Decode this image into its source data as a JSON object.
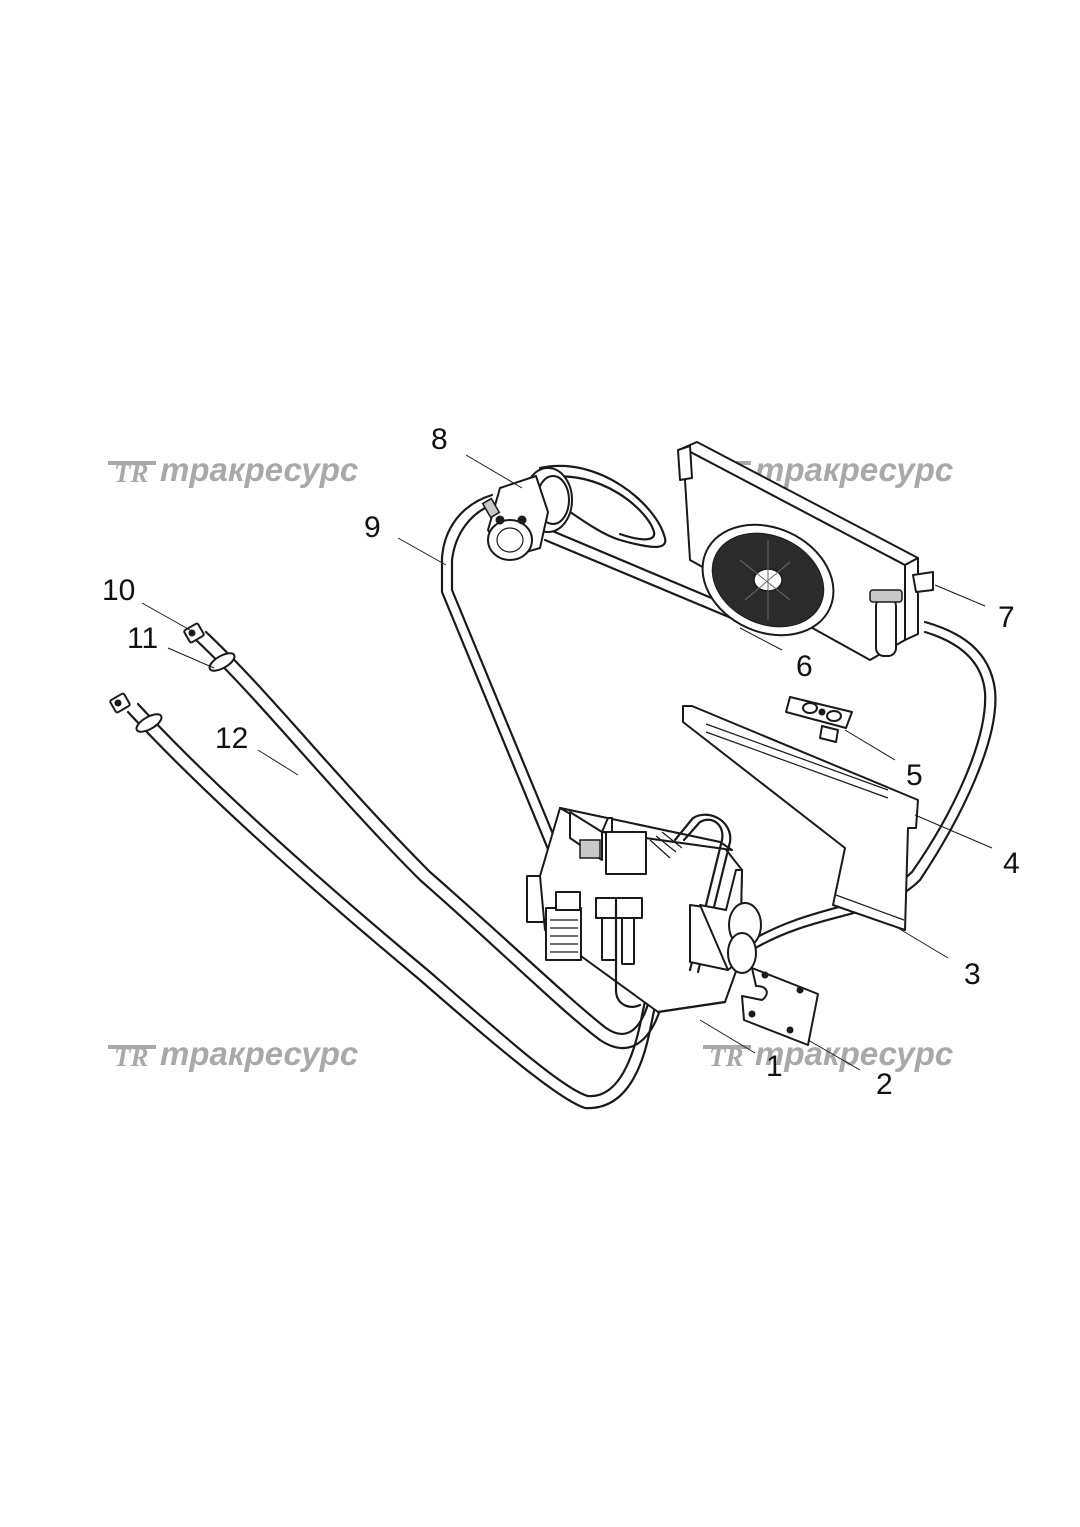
{
  "watermark": {
    "logo": "TR",
    "text": "тракресурс",
    "color": "#a9a9a9"
  },
  "callouts": {
    "c1": "1",
    "c2": "2",
    "c3": "3",
    "c4": "4",
    "c5": "5",
    "c6": "6",
    "c7": "7",
    "c8": "8",
    "c9": "9",
    "c10": "10",
    "c11": "11",
    "c12": "12"
  }
}
